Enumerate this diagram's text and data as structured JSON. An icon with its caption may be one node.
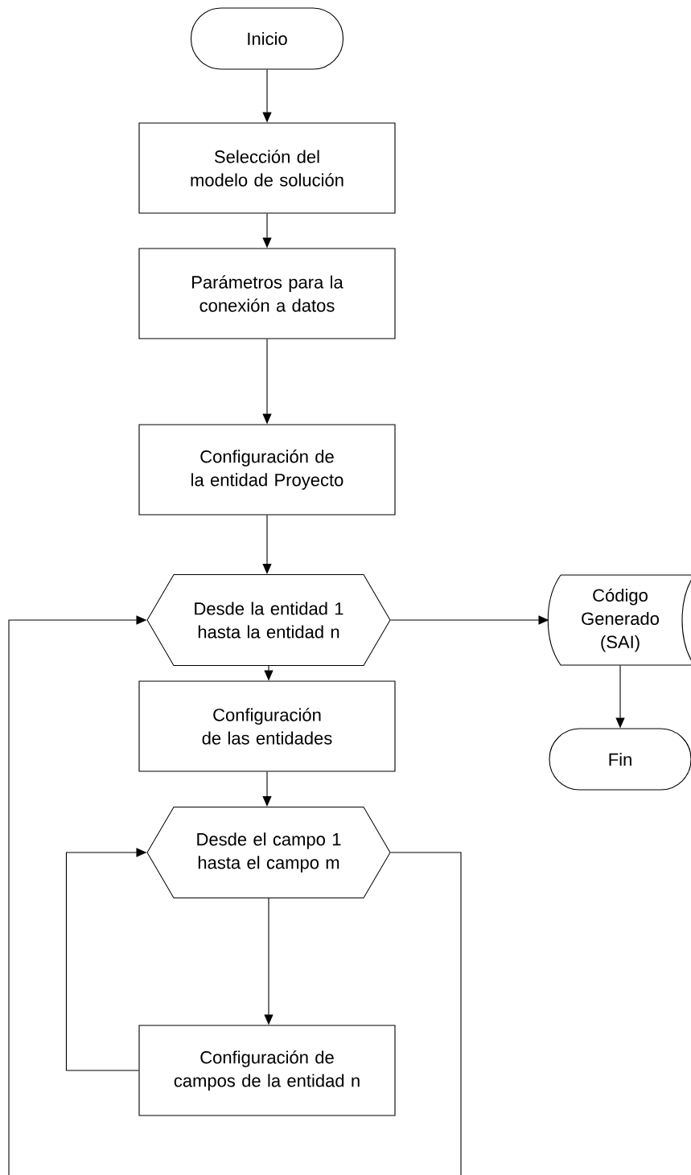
{
  "diagram": {
    "nodes": [
      {
        "text": [
          "Inicio"
        ]
      },
      {
        "text": [
          "Selección del modelo de solución"
        ]
      },
      {
        "text": [
          "Parámetros para la conexión a datos"
        ]
      },
      {
        "text": [
          "Configuración de la entidad Proyecto"
        ]
      },
      {
        "text": [
          "Desde la entidad 1 hasta la entidad n"
        ]
      },
      {
        "text": [
          "Código Generado (SAI)"
        ]
      },
      {
        "text": [
          "Fin"
        ]
      },
      {
        "text": [
          "Configuración de las entidades"
        ]
      },
      {
        "text": [
          "Desde el campo 1 hasta el campo m"
        ]
      },
      {
        "text": [
          "Configuración de campos de la entidad n"
        ]
      }
    ],
    "edges": [
      {
        "from": 0,
        "to": 1,
        "arrow": "to"
      },
      {
        "from": 1,
        "to": 2,
        "arrow": "to"
      },
      {
        "from": 2,
        "to": 3,
        "arrow": "to"
      },
      {
        "from": 3,
        "to": 4,
        "arrow": "to"
      },
      {
        "from": 4,
        "to": 5,
        "arrow": "to"
      },
      {
        "from": 5,
        "to": 6,
        "arrow": "to"
      },
      {
        "from": 4,
        "to": 7,
        "arrow": "to"
      },
      {
        "from": 7,
        "to": 8,
        "arrow": "to"
      },
      {
        "from": 8,
        "to": 9,
        "arrow": "to"
      },
      {
        "from": 9,
        "to": 8,
        "arrow": "to"
      },
      {
        "from": null,
        "to": 4,
        "arrow": "to"
      },
      {
        "from": 8,
        "to": null,
        "arrow": "none"
      }
    ]
  }
}
